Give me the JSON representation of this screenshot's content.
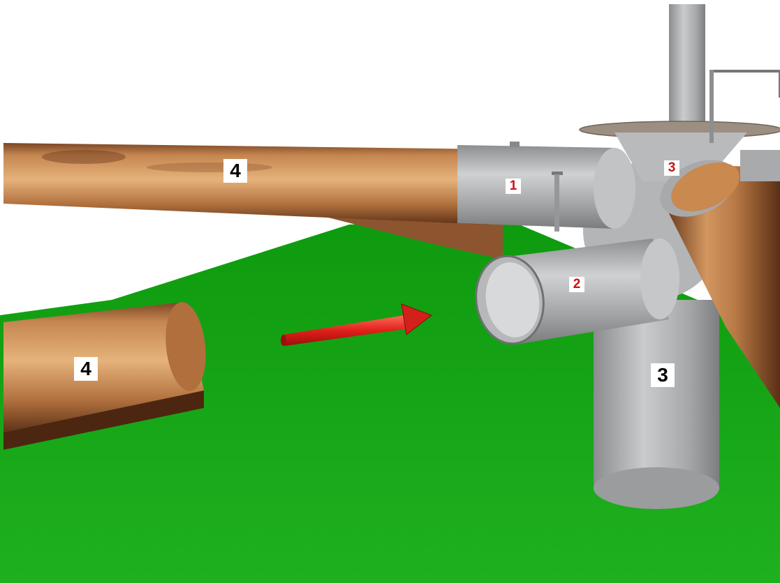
{
  "labels": {
    "part_1": "1",
    "part_2": "2",
    "part_3_top": "3",
    "part_3_post": "3",
    "part_4_upper": "4",
    "part_4_lower": "4"
  },
  "colors": {
    "ground": "#1aa51a",
    "steel": "#a9abad",
    "wood": "#b97a46",
    "arrow": "#e0201a",
    "small_label_text": "#cc1111",
    "large_label_text": "#000000"
  }
}
